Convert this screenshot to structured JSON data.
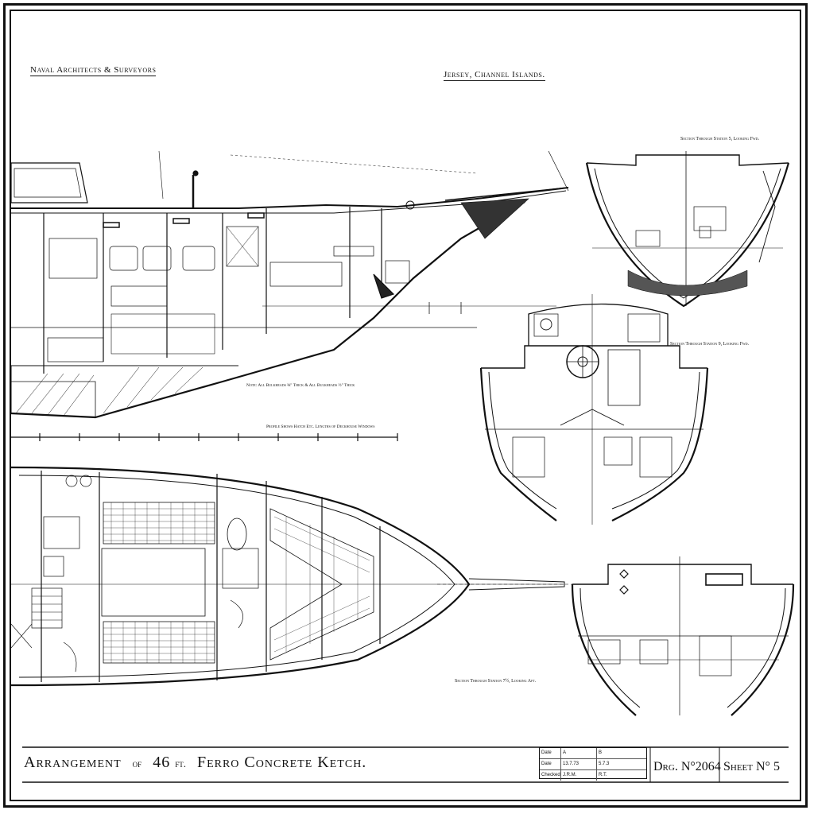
{
  "header": {
    "left": "Naval Architects & Surveyors",
    "right": "Jersey, Channel Islands."
  },
  "title_block": {
    "arrangement": "Arrangement",
    "of": "of",
    "length": "46",
    "unit": "ft.",
    "vessel": "Ferro Concrete Ketch.",
    "drawing_no": "Drg. N°2064",
    "sheet_no": "Sheet N° 5"
  },
  "revision_table": {
    "rows": [
      [
        "Date",
        "A",
        "B"
      ],
      [
        "Date",
        "13.7.73",
        "5.7.3"
      ],
      [
        "Checked",
        "J.R.M.",
        "R.T."
      ]
    ]
  },
  "section_labels": {
    "section_station_5": "Section Through Station 5, Looking Fwd.",
    "section_station_9": "Section Through Station 9, Looking Fwd.",
    "section_station_7": "Section Through Station 7½, Looking Aft."
  },
  "notes": {
    "deck_note": "Note: All Bulkheads ⅝\" Thick & All Bulkheads ½\" Thick",
    "profile_note": "Profile Shows Hatch Etc. Lengths of Deckhouse Windows"
  }
}
